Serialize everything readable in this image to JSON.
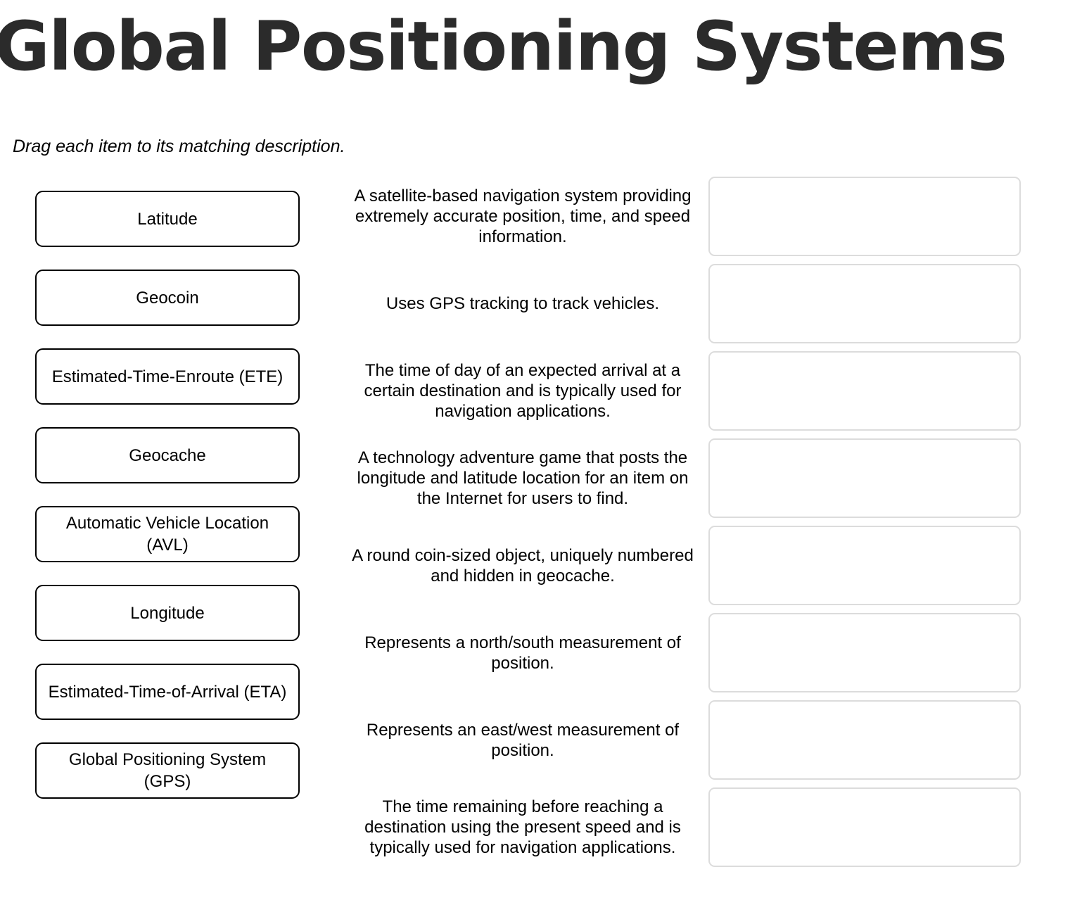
{
  "header": {
    "title": "Global Positioning Systems",
    "instruction": "Drag each item to its matching description."
  },
  "colors": {
    "title_text": "#2b2b2b",
    "body_text": "#000000",
    "item_border": "#000000",
    "dropzone_border": "#dcdcdc",
    "background": "#ffffff"
  },
  "activity": {
    "type": "drag-and-drop-matching",
    "items": [
      {
        "label": "Latitude"
      },
      {
        "label": "Geocoin"
      },
      {
        "label": "Estimated-Time-Enroute (ETE)"
      },
      {
        "label": "Geocache"
      },
      {
        "label": "Automatic Vehicle Location (AVL)"
      },
      {
        "label": "Longitude"
      },
      {
        "label": "Estimated-Time-of-Arrival (ETA)"
      },
      {
        "label": "Global Positioning System (GPS)"
      }
    ],
    "descriptions": [
      {
        "text": "A satellite-based navigation system providing extremely accurate position, time, and speed information.",
        "answer": ""
      },
      {
        "text": "Uses GPS tracking to track vehicles.",
        "answer": ""
      },
      {
        "text": "The time of day of an expected arrival at a certain destination and is typically used for navigation applications.",
        "answer": ""
      },
      {
        "text": "A technology adventure game that posts the longitude and latitude location for an item on the Internet for users to find.",
        "answer": ""
      },
      {
        "text": "A round coin-sized object, uniquely numbered and hidden in geocache.",
        "answer": ""
      },
      {
        "text": "Represents a north/south measurement of position.",
        "answer": ""
      },
      {
        "text": "Represents an east/west measurement of position.",
        "answer": ""
      },
      {
        "text": "The time remaining before reaching a destination using the present speed and is typically used for navigation applications.",
        "answer": ""
      }
    ]
  }
}
